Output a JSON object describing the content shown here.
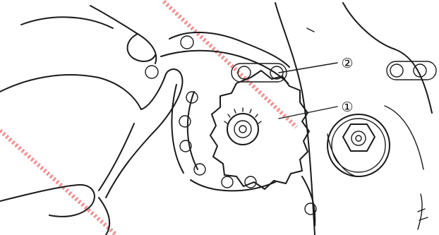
{
  "callouts": [
    {
      "id": "1",
      "label": "①",
      "part": "sprocket"
    },
    {
      "id": "2",
      "label": "②",
      "part": "drive-chain"
    }
  ],
  "colors": {
    "line": "#1a1a1a",
    "background": "#ffffff",
    "watermark": "#e23a3a"
  },
  "icons": [
    "hand-icon",
    "nut-icon",
    "small-gear-icon",
    "sprocket-icon",
    "chain-icon"
  ]
}
